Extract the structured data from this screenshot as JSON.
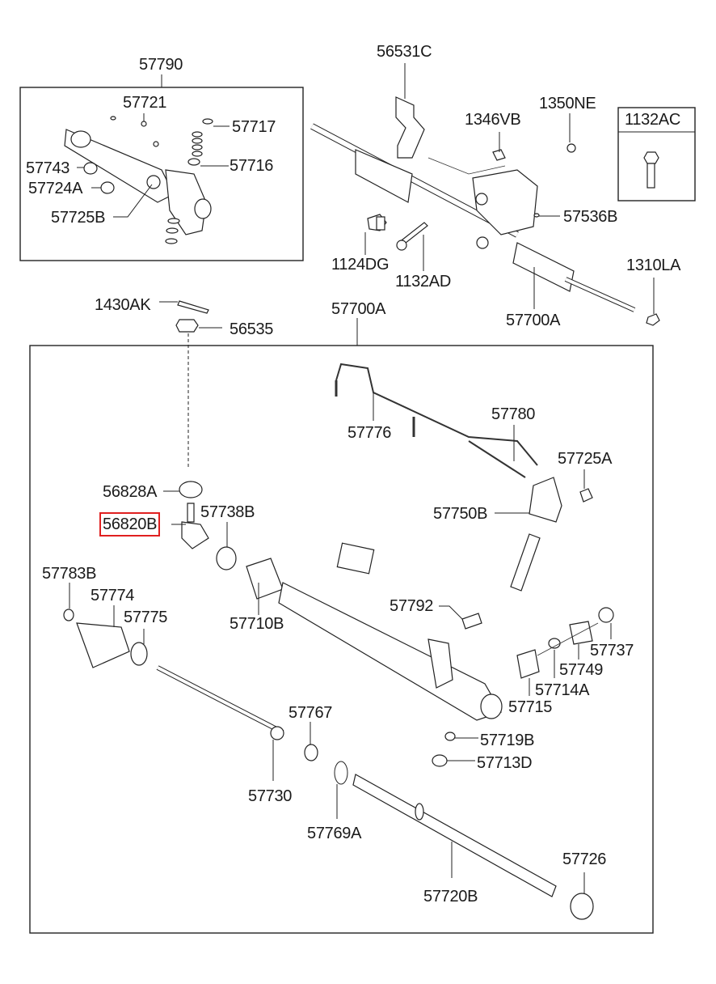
{
  "diagram": {
    "title": "Power Steering Gear Box Assembly Parts Diagram",
    "highlight_color": "#e02020",
    "selected_part": "56820B",
    "groups": {
      "valve_body_box": {
        "label": "57790"
      },
      "bolt_box": {
        "label": "1132AC"
      },
      "main_box": {
        "label": "57700A"
      }
    },
    "labels": [
      {
        "id": "57790",
        "text": "57790"
      },
      {
        "id": "57721",
        "text": "57721"
      },
      {
        "id": "57717",
        "text": "57717"
      },
      {
        "id": "57743",
        "text": "57743"
      },
      {
        "id": "57716",
        "text": "57716"
      },
      {
        "id": "57724A",
        "text": "57724A"
      },
      {
        "id": "57725B",
        "text": "57725B"
      },
      {
        "id": "56531C",
        "text": "56531C"
      },
      {
        "id": "1346VB",
        "text": "1346VB"
      },
      {
        "id": "1350NE",
        "text": "1350NE"
      },
      {
        "id": "1132AC",
        "text": "1132AC"
      },
      {
        "id": "57536B",
        "text": "57536B"
      },
      {
        "id": "1124DG",
        "text": "1124DG"
      },
      {
        "id": "1132AD",
        "text": "1132AD"
      },
      {
        "id": "1310LA",
        "text": "1310LA"
      },
      {
        "id": "57700A-top",
        "text": "57700A"
      },
      {
        "id": "1430AK",
        "text": "1430AK"
      },
      {
        "id": "56535",
        "text": "56535"
      },
      {
        "id": "57700A-box",
        "text": "57700A"
      },
      {
        "id": "57776",
        "text": "57776"
      },
      {
        "id": "57780",
        "text": "57780"
      },
      {
        "id": "57725A",
        "text": "57725A"
      },
      {
        "id": "56828A",
        "text": "56828A"
      },
      {
        "id": "57738B",
        "text": "57738B"
      },
      {
        "id": "57750B",
        "text": "57750B"
      },
      {
        "id": "56820B",
        "text": "56820B"
      },
      {
        "id": "57783B",
        "text": "57783B"
      },
      {
        "id": "57774",
        "text": "57774"
      },
      {
        "id": "57775",
        "text": "57775"
      },
      {
        "id": "57710B",
        "text": "57710B"
      },
      {
        "id": "57792",
        "text": "57792"
      },
      {
        "id": "57737",
        "text": "57737"
      },
      {
        "id": "57749",
        "text": "57749"
      },
      {
        "id": "57714A",
        "text": "57714A"
      },
      {
        "id": "57715",
        "text": "57715"
      },
      {
        "id": "57767",
        "text": "57767"
      },
      {
        "id": "57719B",
        "text": "57719B"
      },
      {
        "id": "57713D",
        "text": "57713D"
      },
      {
        "id": "57730",
        "text": "57730"
      },
      {
        "id": "57769A",
        "text": "57769A"
      },
      {
        "id": "57726",
        "text": "57726"
      },
      {
        "id": "57720B",
        "text": "57720B"
      }
    ]
  }
}
